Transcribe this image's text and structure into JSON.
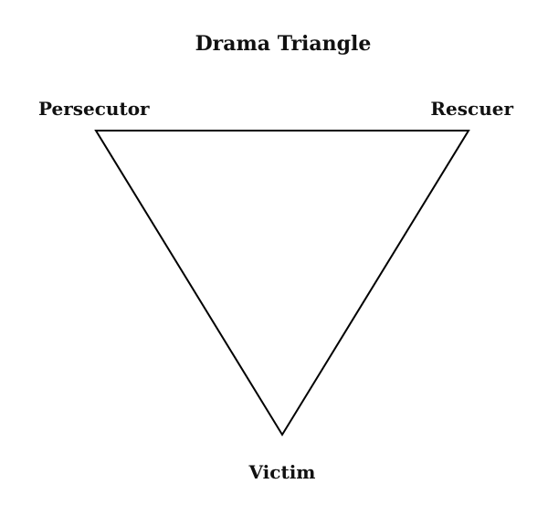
{
  "diagram": {
    "title": "Drama Triangle",
    "nodes": {
      "persecutor": "Persecutor",
      "rescuer": "Rescuer",
      "victim": "Victim"
    },
    "colors": {
      "line": "#000000",
      "background": "#ffffff",
      "text": "#111111"
    }
  }
}
